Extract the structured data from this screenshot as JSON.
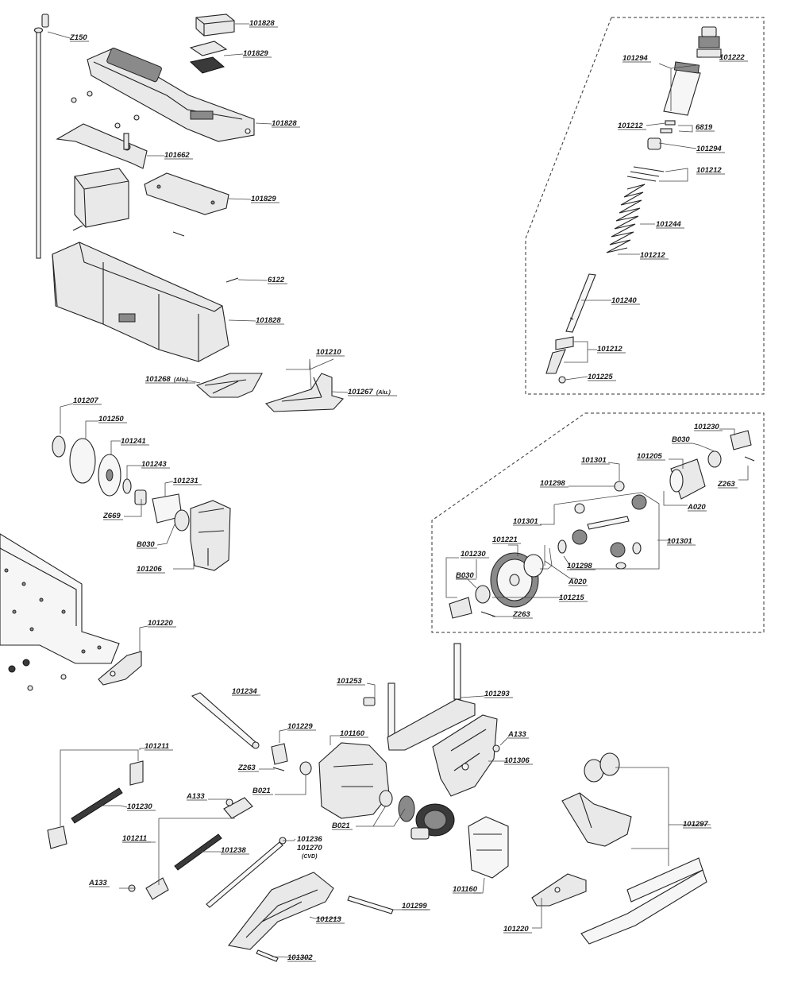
{
  "part_labels": {
    "z150": "Z150",
    "p101828_top": "101828",
    "p101829_top": "101829",
    "p101828_cover": "101828",
    "p101662": "101662",
    "p101829_mid": "101829",
    "p6122": "6122",
    "p101828_box": "101828",
    "p101210": "101210",
    "p101268": "101268",
    "p101268_note": "(Alu.)",
    "p101267": "101267",
    "p101267_note": "(Alu.)",
    "p101294_a": "101294",
    "p101222": "101222",
    "p101212_a": "101212",
    "p6819": "6819",
    "p101294_b": "101294",
    "p101212_b": "101212",
    "p101244": "101244",
    "p101212_c": "101212",
    "p101240": "101240",
    "p101212_d": "101212",
    "p101225": "101225",
    "p101207": "101207",
    "p101250": "101250",
    "p101241": "101241",
    "p101243": "101243",
    "p101231": "101231",
    "z669": "Z669",
    "b030_left": "B030",
    "p101206": "101206",
    "p101220_top": "101220",
    "p101230_right": "101230",
    "b030_right": "B030",
    "p101301_a": "101301",
    "p101205": "101205",
    "p101298_a": "101298",
    "z263_right": "Z263",
    "a020_a": "A020",
    "p101301_b": "101301",
    "p101221": "101221",
    "p101301_c": "101301",
    "p101230_diff": "101230",
    "b030_diff": "B030",
    "a020_b": "A020",
    "p101298_b": "101298",
    "p101215": "101215",
    "z263_diff": "Z263",
    "p101253": "101253",
    "p101293": "101293",
    "p101234": "101234",
    "p101229": "101229",
    "p101160_a": "101160",
    "a133_right": "A133",
    "p101306": "101306",
    "z263_mid": "Z263",
    "b021_a": "B021",
    "b021_b": "B021",
    "p101211_a": "101211",
    "p101230_left": "101230",
    "a133_left": "A133",
    "p101211_b": "101211",
    "p101238": "101238",
    "p101236": "101236",
    "p101270": "101270",
    "p101270_note": "(CVD)",
    "a133_bottom": "A133",
    "p101160_b": "101160",
    "p101299": "101299",
    "p101213": "101213",
    "p101302": "101302",
    "p101297": "101297",
    "p101220_bottom": "101220"
  }
}
